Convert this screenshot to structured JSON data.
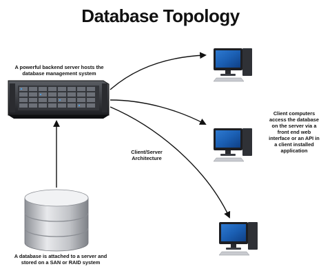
{
  "title": "Database Topology",
  "server_caption": "A powerful backend server hosts the database management system",
  "database_caption": "A database is attached to a server and stored on a SAN or RAID system",
  "architecture_label": "Client/Server Architecture",
  "clients_caption": "Client computers access the database on the server via a front end web interface or an API in a client installed application"
}
